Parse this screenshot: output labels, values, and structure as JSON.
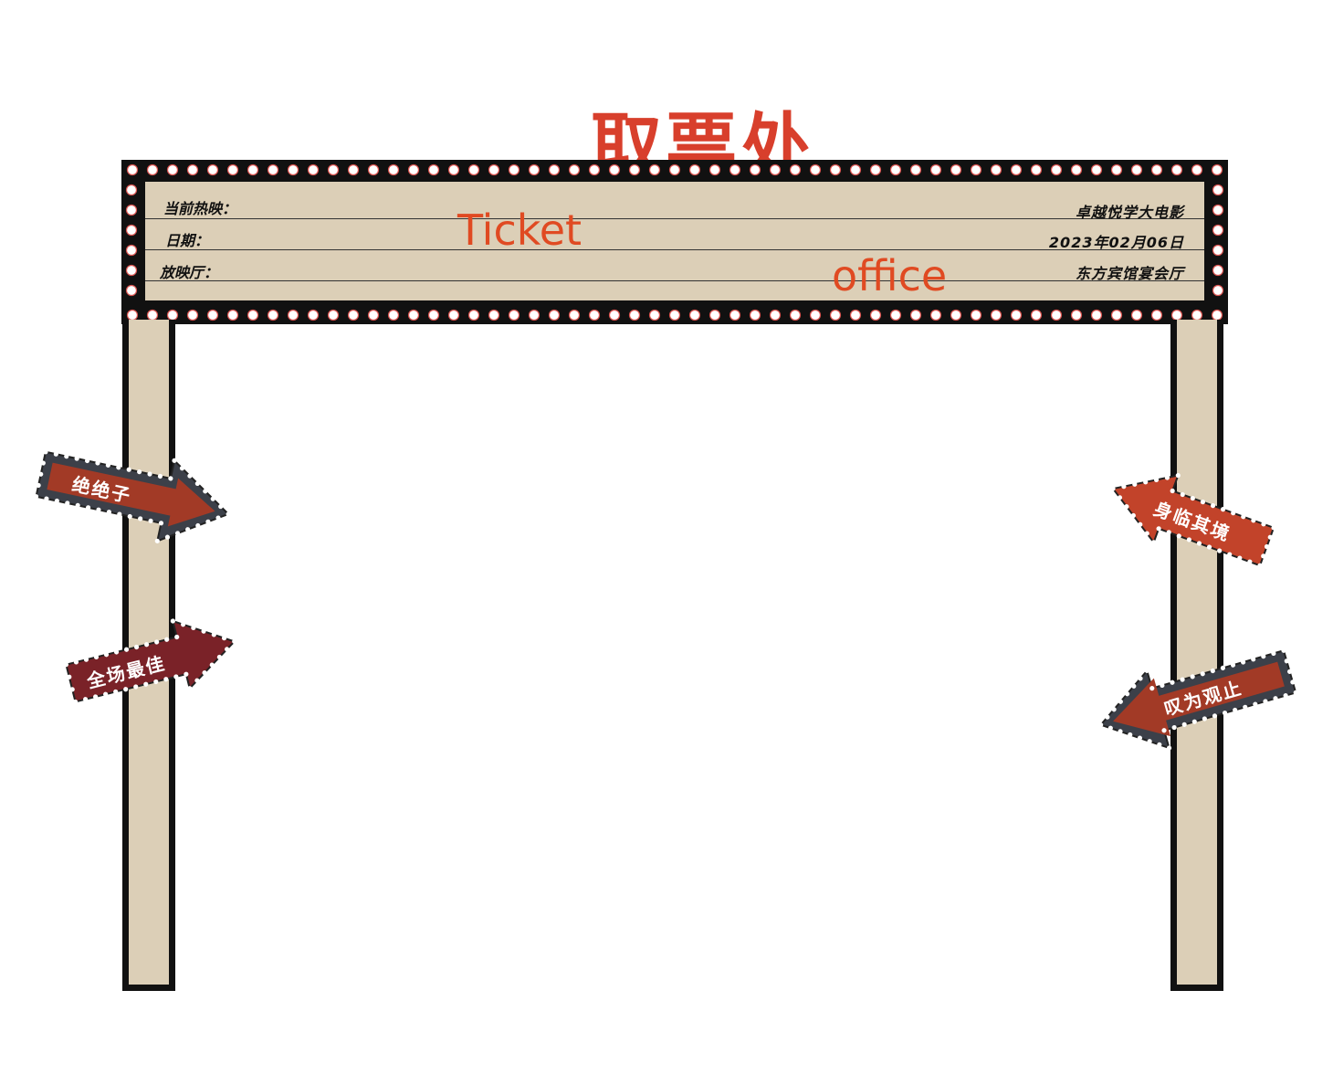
{
  "title": "取票处",
  "english": {
    "line1": "Ticket",
    "line2": "office"
  },
  "board": {
    "rows": [
      {
        "label": "当前热映：",
        "value": "卓越悦学大电影"
      },
      {
        "label": "日期：",
        "value": "2023年02月06日"
      },
      {
        "label": "放映厅：",
        "value": "东方宾馆宴会厅"
      }
    ]
  },
  "signs": {
    "left_top": "绝绝子",
    "left_bottom": "全场最佳",
    "right_top": "身临其境",
    "right_bottom": "叹为观止"
  },
  "colors": {
    "title_red": "#d83f2c",
    "english_orange": "#e04a22",
    "board_beige": "#dccfb7",
    "frame_black": "#111111",
    "sign_red": "#a23a26",
    "sign_dark": "#3c4049",
    "sign_maroon": "#7a2228"
  }
}
